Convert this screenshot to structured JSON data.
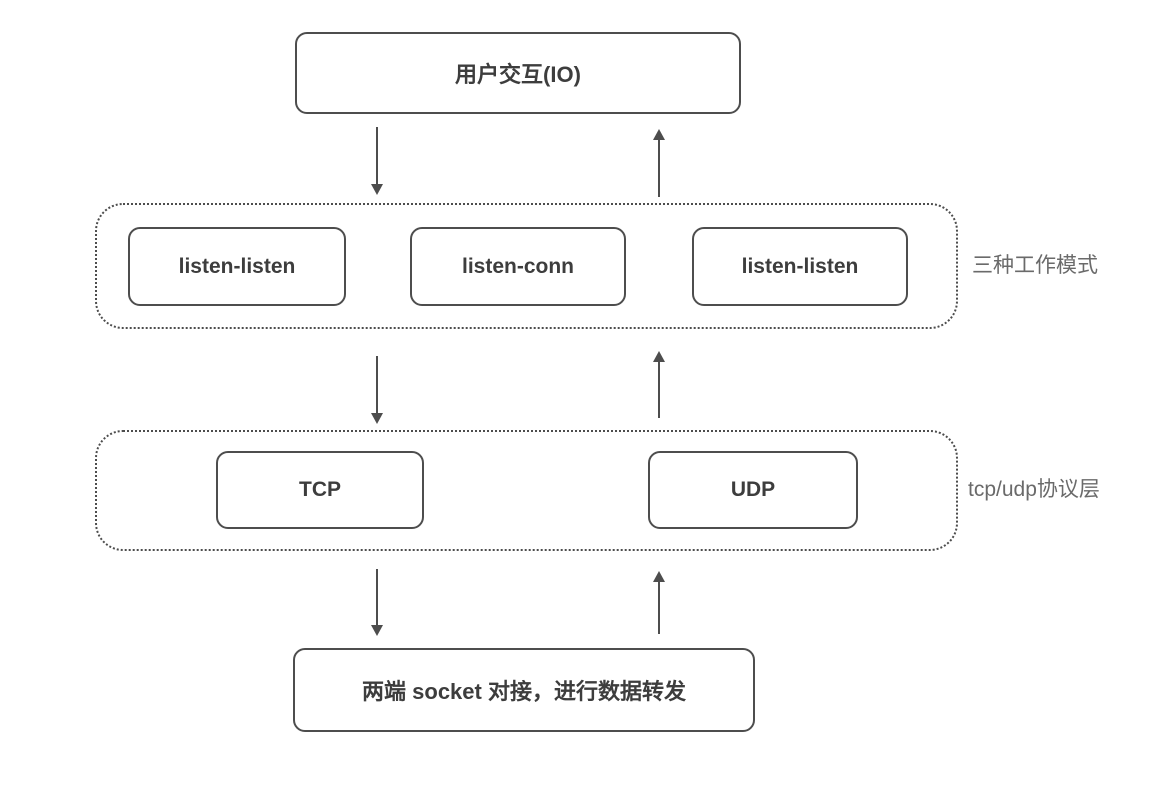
{
  "diagram": {
    "top_node": {
      "label": "用户交互(IO)"
    },
    "modes_group": {
      "caption": "三种工作模式",
      "nodes": [
        {
          "label": "listen-listen"
        },
        {
          "label": "listen-conn"
        },
        {
          "label": "listen-listen"
        }
      ]
    },
    "protocol_group": {
      "caption": "tcp/udp协议层",
      "nodes": [
        {
          "label": "TCP"
        },
        {
          "label": "UDP"
        }
      ]
    },
    "bottom_node": {
      "label": "两端 socket 对接，进行数据转发"
    },
    "colors": {
      "stroke": "#4d4d4d",
      "node_text": "#3d3d3d",
      "caption_text": "#6a6a6a",
      "background": "#ffffff"
    }
  }
}
